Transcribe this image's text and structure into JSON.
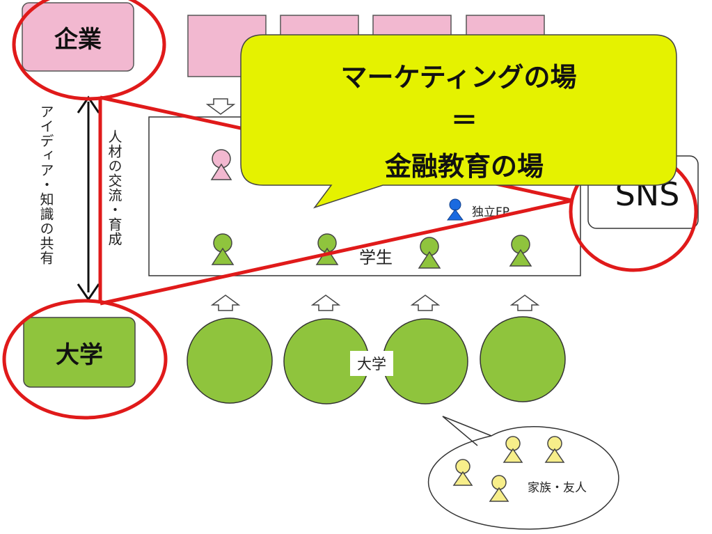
{
  "corporate": {
    "label": "企業",
    "color": "#f2b8d0"
  },
  "university": {
    "label": "大学",
    "color": "#8fc43d"
  },
  "sns": {
    "label": "SNS"
  },
  "arrow_text_left": "アイディア・知識の共有",
  "arrow_text_right": "人材の交流・育成",
  "callout": {
    "line1": "マーケティングの場",
    "line2": "＝",
    "line3": "金融教育の場",
    "color": "#e5f200"
  },
  "students_label": "学生",
  "independent_fp_label": "独立FP",
  "universities_label": "大学",
  "family_label": "家族・友人",
  "colors": {
    "highlight_red": "#e01a1a",
    "student_green": "#8fc43d",
    "family_yellow": "#f7ee8a",
    "fp_blue": "#1a6ae0"
  }
}
